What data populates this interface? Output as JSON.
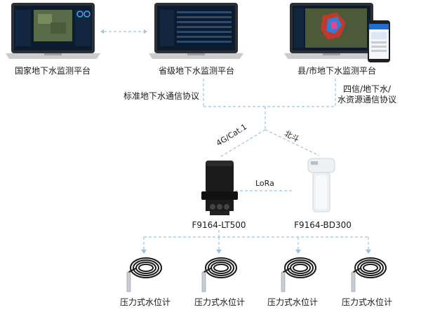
{
  "platforms": [
    {
      "label": "国家地下水监测平台"
    },
    {
      "label": "省级地下水监测平台"
    },
    {
      "label": "县/市地下水监测平台"
    }
  ],
  "links": {
    "standard_protocol": "标准地下水通信协议",
    "four_protocols_line1": "四信/地下水/",
    "four_protocols_line2": "水资源通信协议",
    "cellular": "4G/Cat.1",
    "beidou": "北斗",
    "lora": "LoRa"
  },
  "devices": [
    {
      "label": "F9164-LT500"
    },
    {
      "label": "F9164-BD300"
    }
  ],
  "sensors": [
    {
      "label": "压力式水位计"
    },
    {
      "label": "压力式水位计"
    },
    {
      "label": "压力式水位计"
    },
    {
      "label": "压力式水位计"
    }
  ],
  "colors": {
    "dashed_link": "#9ec3df",
    "screen_dark": "#0d1b2e",
    "device_black": "#1b1b1b",
    "device_white": "#eef1f3"
  }
}
